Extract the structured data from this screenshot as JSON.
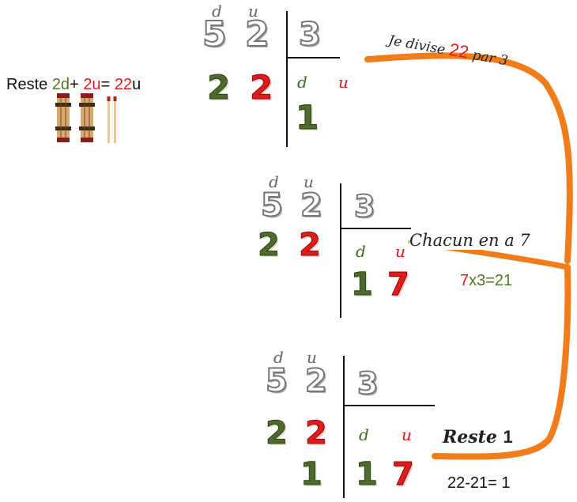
{
  "headers": {
    "d": "d",
    "u": "u"
  },
  "dividend": {
    "tens": "5",
    "units": "2"
  },
  "divisor": "3",
  "remainder_partial": {
    "tens": "2",
    "units": "2"
  },
  "quotient": {
    "tens": "1",
    "units": "7"
  },
  "left_note": {
    "prefix": "Reste ",
    "d_value": "2d",
    "plus": "+ ",
    "u_value": "2u",
    "eq": "= ",
    "total": "22",
    "unit": "u"
  },
  "step1": {
    "part1": "Je divise ",
    "number": "22",
    "part2": " par 3"
  },
  "step2": {
    "title": "Chacun en a 7",
    "mult_red": "7",
    "mult_rest": "x3=21"
  },
  "step3": {
    "title": "Reste ",
    "remainder": "1",
    "calc": "22-21= 1"
  },
  "colors": {
    "orange": "#f07d1a",
    "green": "#4d7a21",
    "red": "#e01b1b",
    "gray": "#777777"
  }
}
